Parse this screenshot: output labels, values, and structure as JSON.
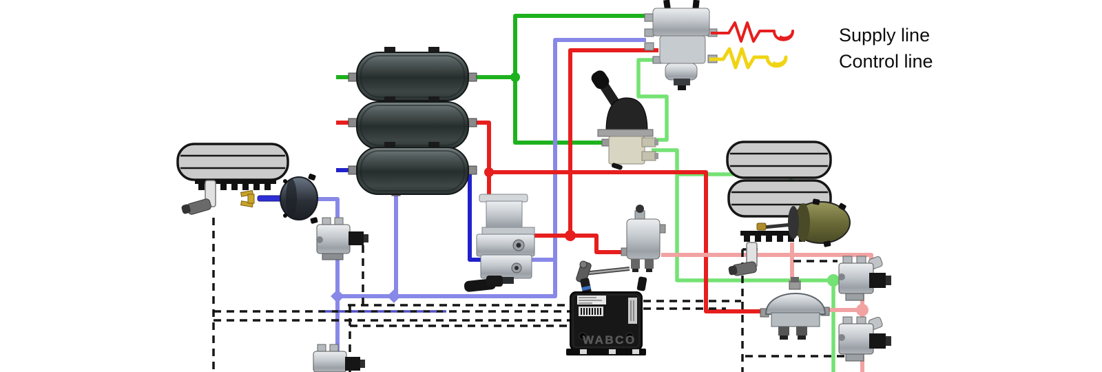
{
  "page": {
    "description": "Truck dual-circuit air brake system schematic with ABS (pneumatic and electrical lines)"
  },
  "legend": {
    "supply_label": "Supply line",
    "control_label": "Control line"
  },
  "ecu": {
    "brand": "WABCO"
  },
  "colors": {
    "supply_red": "#e61e1e",
    "service_pink": "#f2a2a2",
    "control_yellow": "#f0d414",
    "park_green": "#1db21d",
    "park_light_green": "#74e274",
    "tank_blue": "#2121cc",
    "service_purple": "#8888e8",
    "electrical_black": "#151515",
    "sensor_cable_blue": "#5050c8"
  },
  "components": {
    "air_tank_1": "air reservoir (green circuit)",
    "air_tank_2": "air reservoir (red service circuit)",
    "air_tank_3": "air reservoir (blue front circuit)",
    "trailer_control_valve": "trailer control valve",
    "hand_brake_valve": "hand brake (park) valve",
    "foot_brake_valve": "dual-circuit foot brake valve",
    "front_abs_valve_1": "ABS modulator valve front 1",
    "front_abs_valve_2": "ABS modulator valve front 2",
    "rear_abs_valve_1": "ABS modulator valve rear 1",
    "rear_abs_valve_2": "ABS modulator valve rear 2",
    "load_sensing_valve": "load sensing valve with linkage",
    "relay_valve": "relay valve",
    "abs_ecu": "ABS electronic control unit",
    "front_wheel": "front tire with exciter ring and wheel speed sensor",
    "rear_wheels": "rear dual tires with exciter ring and wheel speed sensor",
    "front_brake_chamber": "front brake chamber with push rod",
    "rear_spring_brake_chamber": "rear spring brake chamber with push rod"
  }
}
